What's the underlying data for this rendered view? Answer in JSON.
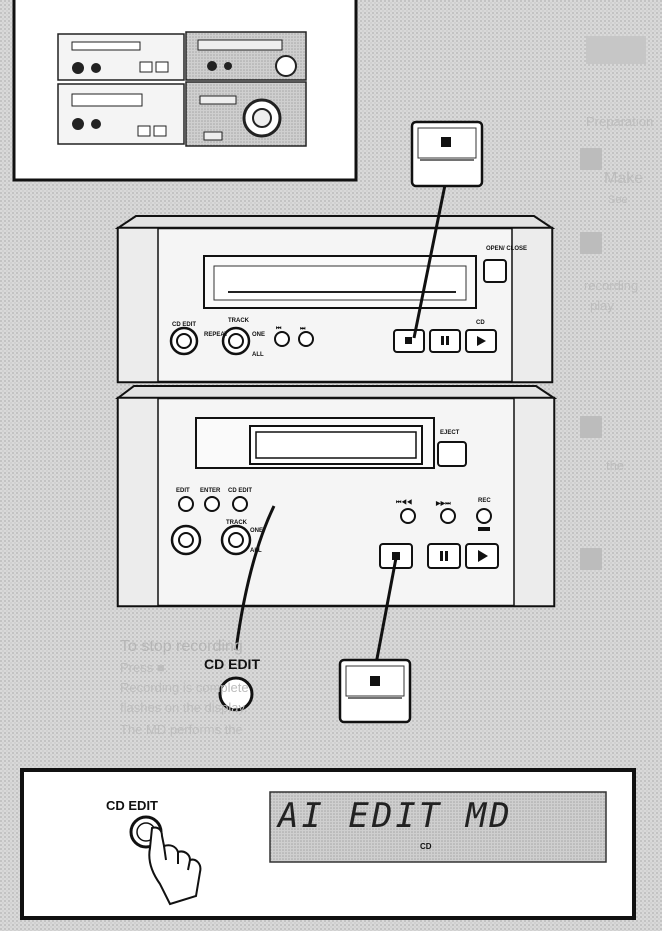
{
  "labels": {
    "cd_edit_button": "CD EDIT",
    "cd_edit_panel": "CD EDIT",
    "display_text": "AI EDIT MD",
    "display_source": "CD"
  },
  "cd_deck": {
    "open_close": "OPEN/ CLOSE",
    "cd_edit": "CD EDIT",
    "track": "TRACK",
    "repeat": "REPEAT",
    "one": "ONE",
    "all": "ALL",
    "prev": "⏮",
    "next": "⏭",
    "cd": "CD"
  },
  "md_deck": {
    "eject": "EJECT",
    "edit": "EDIT",
    "enter": "ENTER",
    "cd_edit": "CD EDIT",
    "track": "TRACK",
    "one": "ONE",
    "all": "ALL",
    "rec": "REC",
    "prev": "⏮◀◀",
    "next": "▶▶⏭"
  },
  "faded_text": {
    "heading": "To stop recording",
    "line1": "Press ■.",
    "line2": "Recording is complete",
    "line3": "flashes on the display.",
    "line4": "The MD performs the",
    "side1": "Preparation",
    "side2": "Make",
    "side3": "See",
    "side4": "recording",
    "side5": "play",
    "side6": "the"
  },
  "icons": {
    "stop_top": "stop-icon",
    "stop_bottom": "stop-icon",
    "hand": "pointing-hand-icon"
  }
}
